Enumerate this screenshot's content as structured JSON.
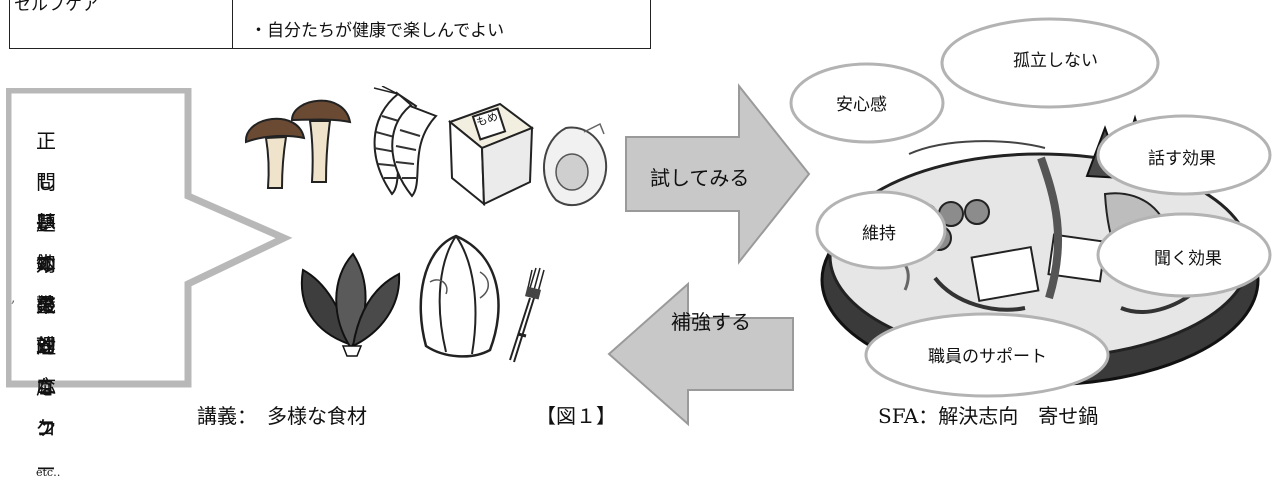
{
  "table": {
    "left_cell": "セルフケア",
    "right_cell": "・自分たちが健康で楽しんでよい"
  },
  "lecture_box": {
    "lines": [
      "正しい知識",
      "問題の整理",
      "基本の対応",
      "効果的なコ",
      "ミュニケー",
      "ション"
    ],
    "suffix": "etc‥"
  },
  "ingredients": {
    "icons": [
      "mushroom-icon",
      "shrimp-icon",
      "natto-icon",
      "oyster-icon",
      "spinach-icon",
      "cabbage-icon",
      "noodles-icon"
    ],
    "natto_stamp": "もめ"
  },
  "arrows": {
    "try": "試してみる",
    "reinforce": "補強する"
  },
  "bubbles": {
    "anshin": "安心感",
    "koritsu": "孤立しない",
    "hanasu": "話す効果",
    "iji": "維持",
    "kiku": "聞く効果",
    "support": "職員のサポート"
  },
  "stray_mark": ",",
  "captions": {
    "left": "講義：　多様な食材",
    "center": "【図１】",
    "right": "SFA：解決志向　寄せ鍋"
  },
  "colors": {
    "arrow_fill": "#c8c8c8",
    "arrow_border": "#9a9a9a",
    "bubble_border": "#b3b3b3",
    "mushroom_brown": "#6b4a34"
  }
}
